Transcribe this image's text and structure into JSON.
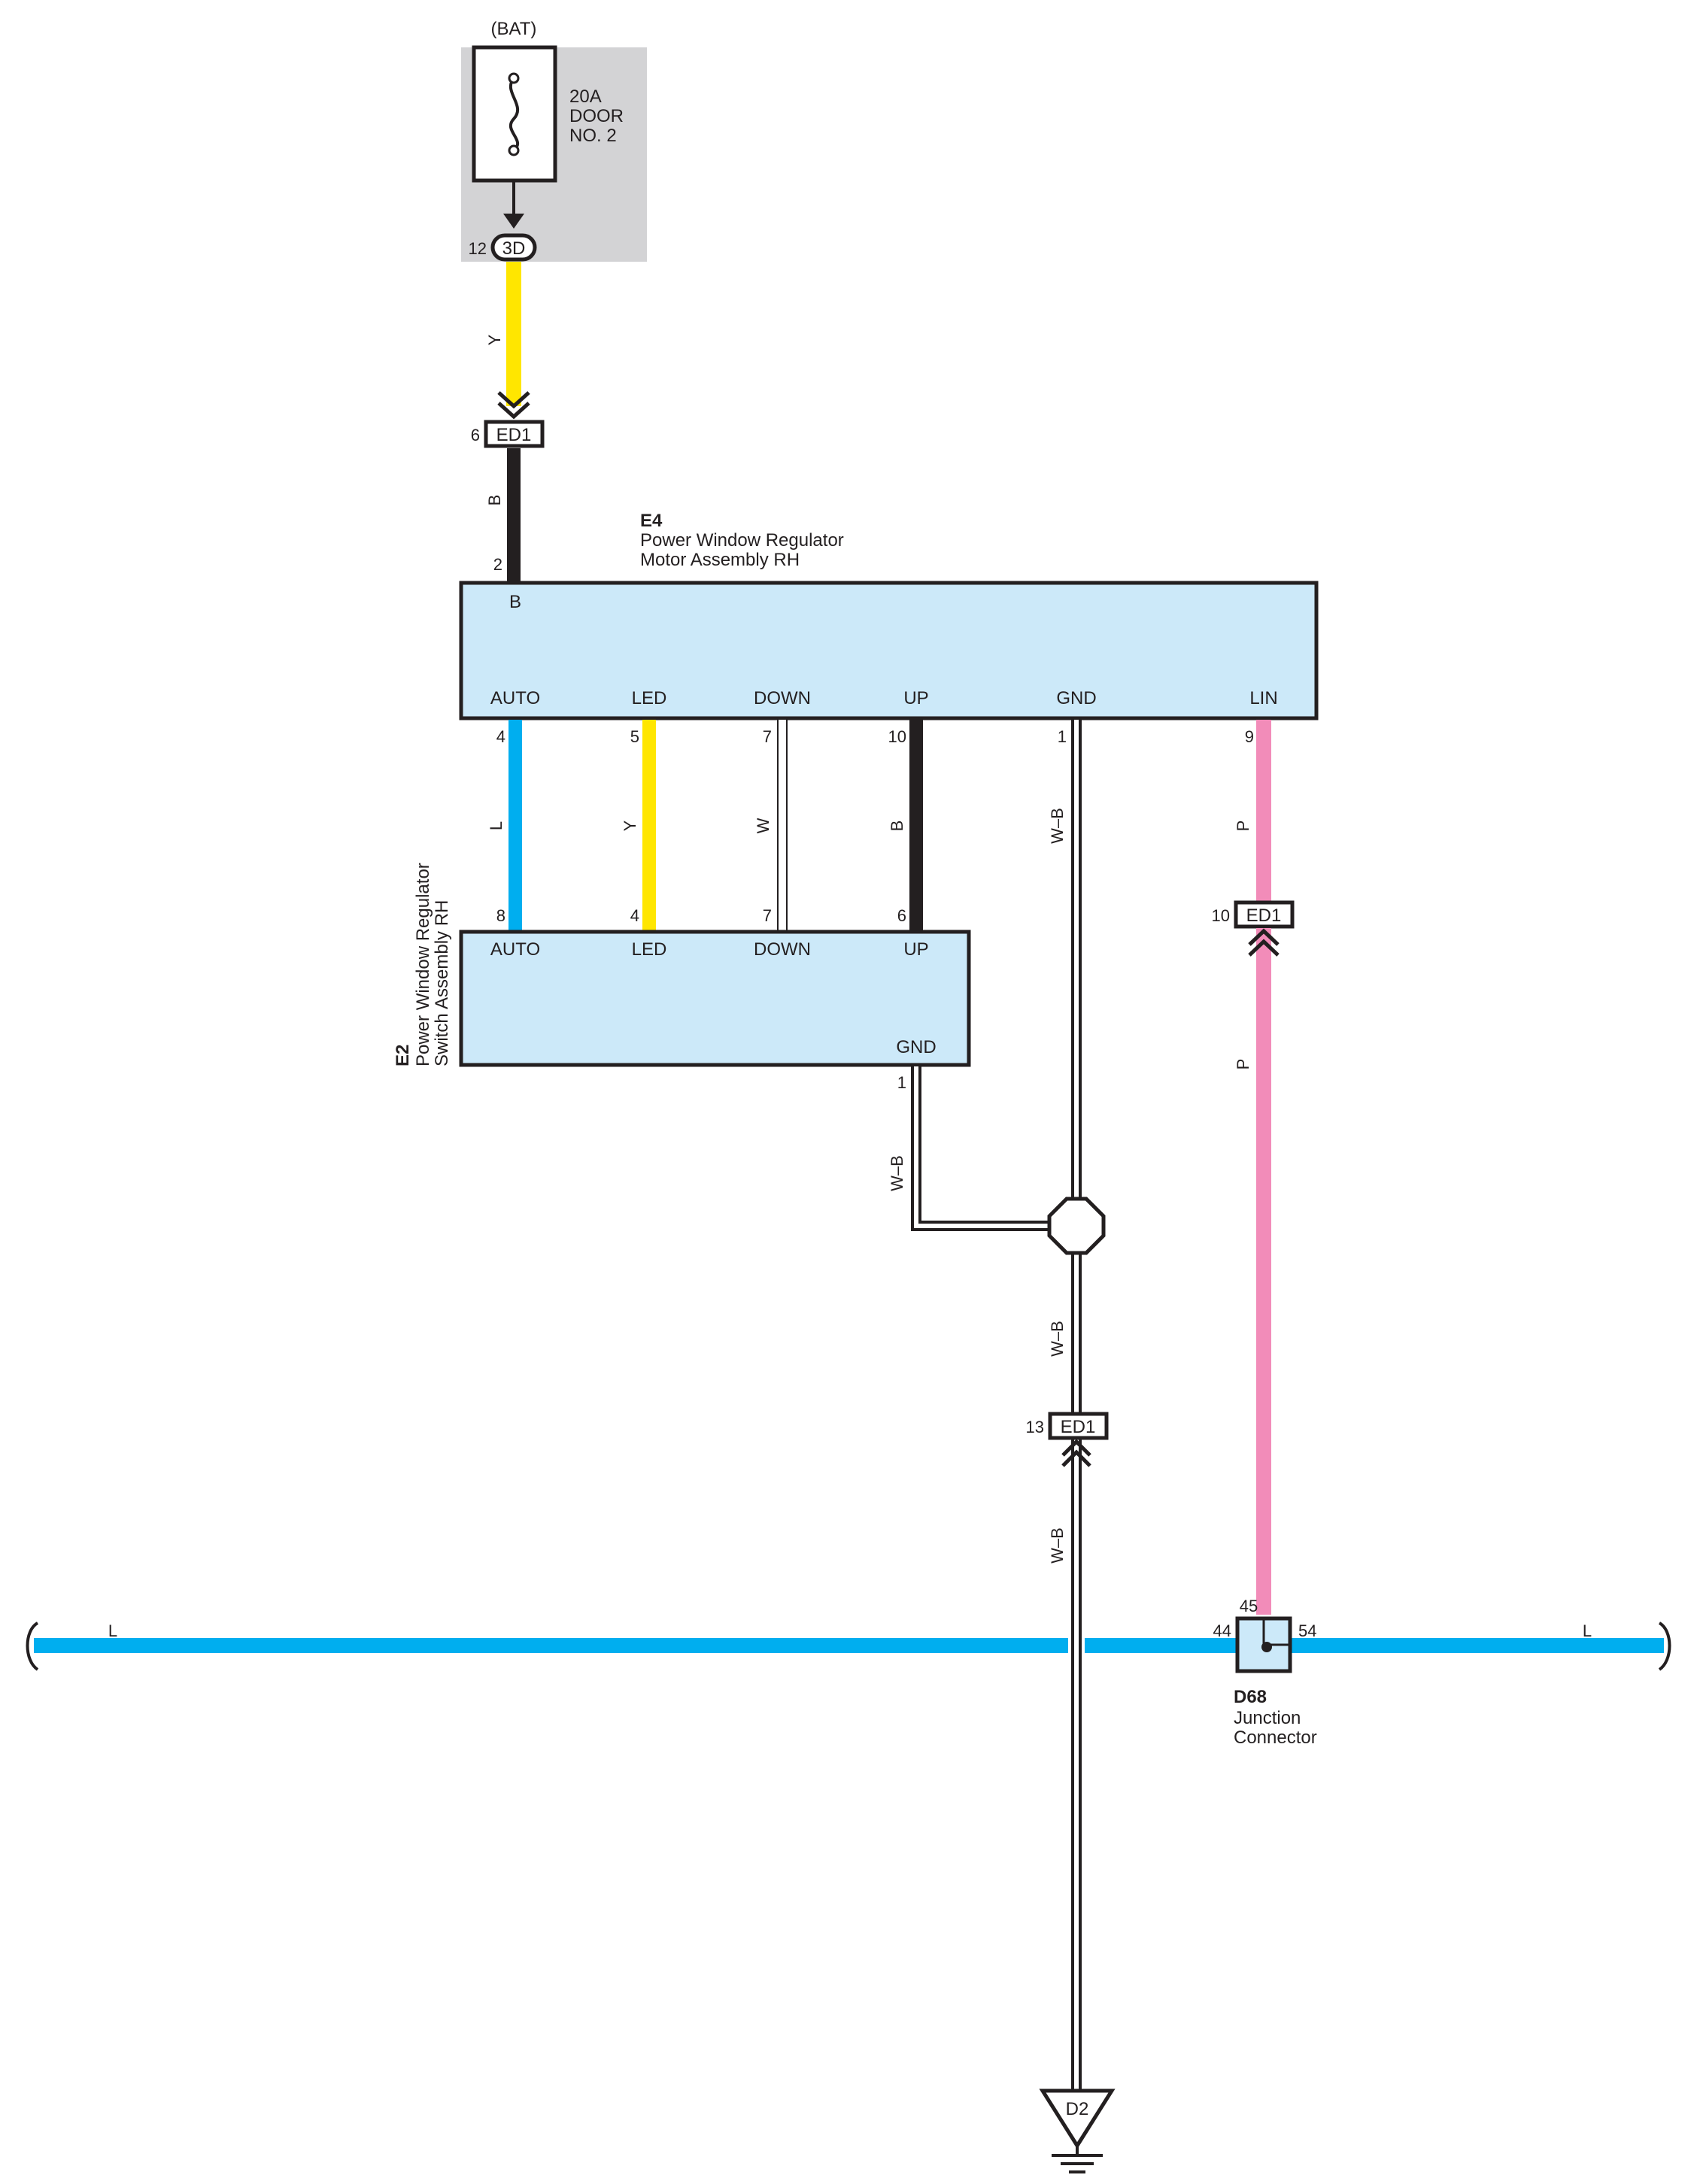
{
  "colors": {
    "yellow": "#ffe600",
    "black": "#231f20",
    "blue": "#00aeef",
    "pink": "#f28cb9",
    "box_fill": "#cce9f9",
    "fuse_bg": "#d3d3d5"
  },
  "fuse": {
    "source": "(BAT)",
    "rating": "20A",
    "name_line1": "DOOR",
    "name_line2": "NO. 2",
    "pin": "12",
    "connector": "3D"
  },
  "wires": {
    "fuse_to_ed1": "Y",
    "ed1_to_e4": "B",
    "auto": "L",
    "led": "Y",
    "down": "W",
    "up": "B",
    "e4_gnd": "W–B",
    "lin_upper": "P",
    "lin_lower": "P",
    "e2_gnd": "W–B",
    "gnd_mid": "W–B",
    "gnd_lower": "W–B",
    "bus_left": "L",
    "bus_right": "L"
  },
  "ed1_top": {
    "pin": "6",
    "label": "ED1"
  },
  "ed1_lin": {
    "pin": "10",
    "label": "ED1"
  },
  "ed1_gnd": {
    "pin": "13",
    "label": "ED1"
  },
  "e4": {
    "id": "E4",
    "name_line1": "Power Window Regulator",
    "name_line2": "Motor Assembly RH",
    "top_pin": "2",
    "top_terminal": "B",
    "terminals": [
      "AUTO",
      "LED",
      "DOWN",
      "UP",
      "GND",
      "LIN"
    ],
    "pins": [
      "4",
      "5",
      "7",
      "10",
      "1",
      "9"
    ]
  },
  "e2": {
    "id": "E2",
    "name_line1": "Power Window Regulator",
    "name_line2": "Switch Assembly RH",
    "terminals": [
      "AUTO",
      "LED",
      "DOWN",
      "UP"
    ],
    "pins": [
      "8",
      "4",
      "7",
      "6"
    ],
    "gnd_terminal": "GND",
    "gnd_pin": "1"
  },
  "d68": {
    "id": "D68",
    "name_line1": "Junction",
    "name_line2": "Connector",
    "pin_top": "45",
    "pin_left": "44",
    "pin_right": "54"
  },
  "ground": {
    "label": "D2"
  }
}
